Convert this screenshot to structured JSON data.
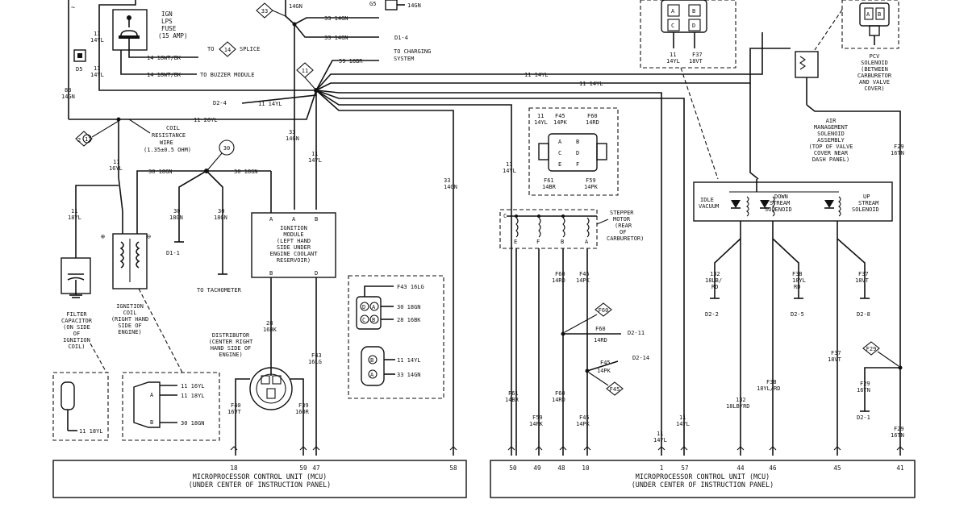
{
  "components": {
    "ign_fuse": [
      "IGN",
      "LPS",
      "FUSE",
      "(15 AMP)"
    ],
    "coil_wire": [
      "COIL",
      "RESISTANCE",
      "WIRE",
      "(1.35±0.5 OHM)"
    ],
    "filter_cap": [
      "FILTER",
      "CAPACITOR",
      "(ON SIDE",
      "OF",
      "IGNITION",
      "COIL)"
    ],
    "ign_coil": [
      "IGNITION",
      "COIL",
      "(RIGHT HAND",
      "SIDE OF",
      "ENGINE)"
    ],
    "ign_module": [
      "IGNITION",
      "MODULE",
      "(LEFT HAND",
      "SIDE UNDER",
      "ENGINE COOLANT",
      "RESERVOIR)"
    ],
    "distributor": [
      "DISTRIBUTOR",
      "(CENTER RIGHT",
      "HAND SIDE OF",
      "ENGINE)"
    ],
    "stepper": [
      "STEPPER",
      "MOTOR",
      "(REAR",
      "OF",
      "CARBURETOR)"
    ],
    "pcv": [
      "PCV",
      "SOLENOID",
      "(BETWEEN",
      "CARBURETOR",
      "AND VALVE",
      "COVER)"
    ],
    "air_mgmt": [
      "AIR",
      "MANAGEMENT",
      "SOLENOID",
      "ASSEMBLY",
      "(TOP OF VALVE",
      "COVER NEAR",
      "DASH PANEL)"
    ],
    "idle_vacuum": [
      "IDLE",
      "VACUUM"
    ],
    "down_stream": [
      "DOWN",
      "STREAM",
      "SOLENOID"
    ],
    "up_stream": [
      "UP",
      "STREAM",
      "SOLENOID"
    ],
    "mcu_left": [
      "MICROPROCESSOR CONTROL UNIT (MCU)",
      "(UNDER CENTER OF INSTRUCTION PANEL)"
    ],
    "mcu_right": [
      "MICROPROCESSOR CONTROL UNIT (MCU)",
      "(UNDER CENTER OF INSTRUCTION PANEL)"
    ]
  },
  "refs": {
    "to_splice": "TO",
    "splice": "SPLICE",
    "buzzer": "TO BUZZER MODULE",
    "charging": [
      "TO CHARGING",
      "SYSTEM"
    ],
    "tachometer": "TO TACHOMETER",
    "d1_4": "D1-4",
    "d2_4": "D2-4",
    "d1_1": "D1-1",
    "d1_1b": "D2-1",
    "d2_11": "D2-11",
    "d2_14": "D2-14",
    "d2_2": "D2-2",
    "d2_5": "D2-5",
    "d2_8": "D2-8",
    "d5": "D5",
    "g5": "G5"
  },
  "wires": {
    "w14gn_top": "14GN",
    "w33_14gn_a": "33 14GN",
    "w33_14gn_b": "33 14GN",
    "w14gn_right": "14GN",
    "w59": "59 18BR",
    "w11_14yl_a": "11 14YL",
    "w11_14yl_b": "11 14YL",
    "w11_14yl_d24": "11 14YL",
    "w11_20yl": "11 20YL",
    "w14_18wt_a": "14 18WT/BK",
    "w14_18wt_b": "14 18WT/BK",
    "w11_top": [
      "11",
      "14YL"
    ],
    "w11_top2": [
      "11",
      "14YL"
    ],
    "w88": [
      "88",
      "14GN"
    ],
    "w33_mid": [
      "33",
      "14GN"
    ],
    "w11_mid": [
      "11",
      "14YL"
    ],
    "w11_16yl": [
      "11",
      "16YL"
    ],
    "w30_a": "30 18GN",
    "w30_b": "30 18GN",
    "w30_c": [
      "30",
      "18GN"
    ],
    "w30_d": [
      "30",
      "18GN"
    ],
    "w11_18yl": [
      "11",
      "18YL"
    ],
    "w28": [
      "28",
      "16BK"
    ],
    "w43": [
      "F43",
      "16LG"
    ],
    "w40": [
      "F40",
      "16VT"
    ],
    "w39": [
      "F39",
      "16OR"
    ],
    "w33_14gn_long": [
      "33",
      "14GN"
    ],
    "w11_18yl_bottom": "11 18YL",
    "w11_16yl_conn": "11 16YL",
    "w11_18yl_conn": "11 18YL",
    "w30_18gn_conn": "30 18GN",
    "f43_conn": "F43 16LG",
    "c30": "30 18GN",
    "c28": "28 16BK",
    "c11": "11 14YL",
    "c33": "33 14GN",
    "w11_14yl_step": [
      "11",
      "14YL"
    ],
    "step_conn_top": [
      "11",
      "14YL",
      "F45",
      "14PK",
      "F60",
      "14RD"
    ],
    "step_conn_bot": [
      "F61",
      "14BR",
      "F59",
      "14PK"
    ],
    "w61": [
      "F61",
      "14BR"
    ],
    "w59b": [
      "F59",
      "14PK"
    ],
    "w60_top": [
      "F60",
      "14RD"
    ],
    "w45_top": [
      "F45",
      "14PK"
    ],
    "w60_splice": [
      "F60",
      "14RD"
    ],
    "w45_splice": [
      "F45",
      "14PK"
    ],
    "w60_bot": [
      "F60",
      "14RD"
    ],
    "w45_bot": [
      "F45",
      "14PK"
    ],
    "w11_right_a": [
      "11",
      "14YL"
    ],
    "w11_right_b": [
      "11",
      "14YL"
    ],
    "w11_air": [
      "11",
      "14YL"
    ],
    "w37_air": [
      "F37",
      "18VT"
    ],
    "w29": [
      "F29",
      "16TN"
    ],
    "w132_a": [
      "132",
      "18LB/",
      "RD"
    ],
    "w38_a": [
      "F38",
      "18YL",
      "RD"
    ],
    "w37_a": [
      "F37",
      "18VT"
    ],
    "w132_b": [
      "132",
      "18LB/RD"
    ],
    "w38_b": [
      "F38",
      "18YL/RD"
    ],
    "w37_b": [
      "F37",
      "18VT"
    ],
    "w29_b": [
      "F29",
      "16TN"
    ],
    "w29_c": [
      "F29",
      "16TN"
    ],
    "splice_30": "30",
    "splice_11": "11",
    "splice_33": "33",
    "splice_2": "2",
    "splice_14": "14",
    "splice_f60": "F60",
    "splice_f45": "F45",
    "splice_f29": "F29"
  },
  "pins": {
    "left": [
      "18",
      "59",
      "47",
      "58"
    ],
    "right": [
      "50",
      "49",
      "48",
      "10",
      "1",
      "57",
      "44",
      "46",
      "45",
      "41"
    ],
    "module": [
      "A",
      "A",
      "B",
      "B",
      "D"
    ],
    "stepper": [
      "C",
      "E",
      "F",
      "B",
      "A"
    ]
  }
}
